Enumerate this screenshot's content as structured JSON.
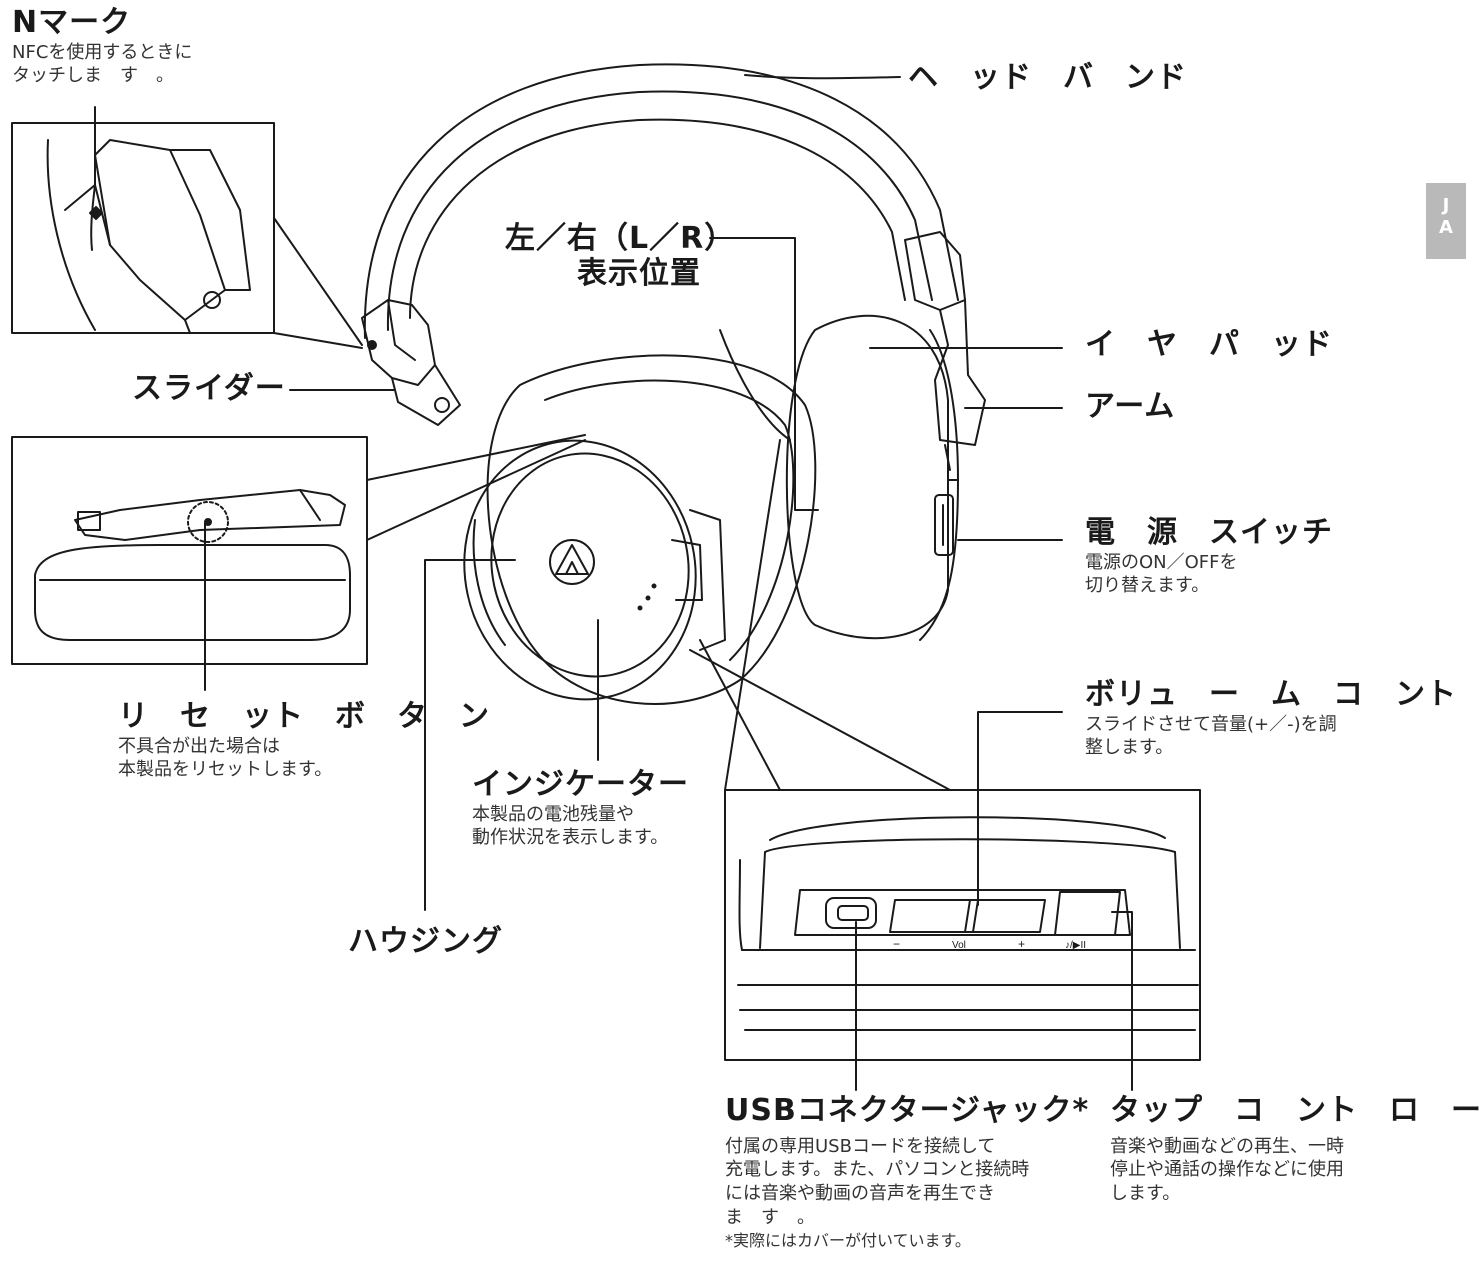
{
  "labels": {
    "nmark": {
      "title": "Nマーク",
      "desc": [
        "NFCを使用するときに",
        "タッチしま　す　。"
      ]
    },
    "headband": {
      "title": "ヘ　ッド　バ　ンド"
    },
    "lr": {
      "title": [
        "左／右（L／R）",
        "表示位置"
      ]
    },
    "earpad": {
      "title": "イ　ヤ　パ　ッド"
    },
    "arm": {
      "title": "アーム"
    },
    "slider": {
      "title": "スライダー"
    },
    "power": {
      "title": "電　源　スイッチ",
      "desc": [
        "電源のON／OFFを",
        "切り替えます。"
      ]
    },
    "volume": {
      "title": "ボリュ　ー　ム　コ　ント　ロ",
      "desc": [
        "スライドさせて音量(+／-)を調",
        "整します。"
      ]
    },
    "reset": {
      "title": "リ　セ　ット　ボ　タ　ン",
      "desc": [
        "不具合が出た場合は",
        "本製品をリセットします。"
      ]
    },
    "indicator": {
      "title": "インジケーター",
      "desc": [
        "本製品の電池残量や",
        "動作状況を表示します。"
      ]
    },
    "housing": {
      "title": "ハウジング"
    },
    "usb": {
      "title": "USBコネクタージャック*",
      "desc": [
        "付属の専用USBコードを接続して",
        "充電します。また、パソコンと接続時",
        "には音楽や動画の音声を再生でき",
        "ま　す　。",
        "*実際にはカバーが付いています。"
      ]
    },
    "tap": {
      "title": "タップ　コ　ント　ロ　ー　ル",
      "desc": [
        "音楽や動画などの再生、一時",
        "停止や通話の操作などに使用",
        "します。"
      ]
    }
  },
  "side_tab": [
    "J",
    "A"
  ],
  "detail_labels": {
    "vol": "Vol",
    "minus": "−",
    "plus": "+",
    "tap_icon": "♪/▶II"
  },
  "colors": {
    "line": "#1a1a1a",
    "tab": "#b9b9b9",
    "text": "#1a1a1a"
  }
}
